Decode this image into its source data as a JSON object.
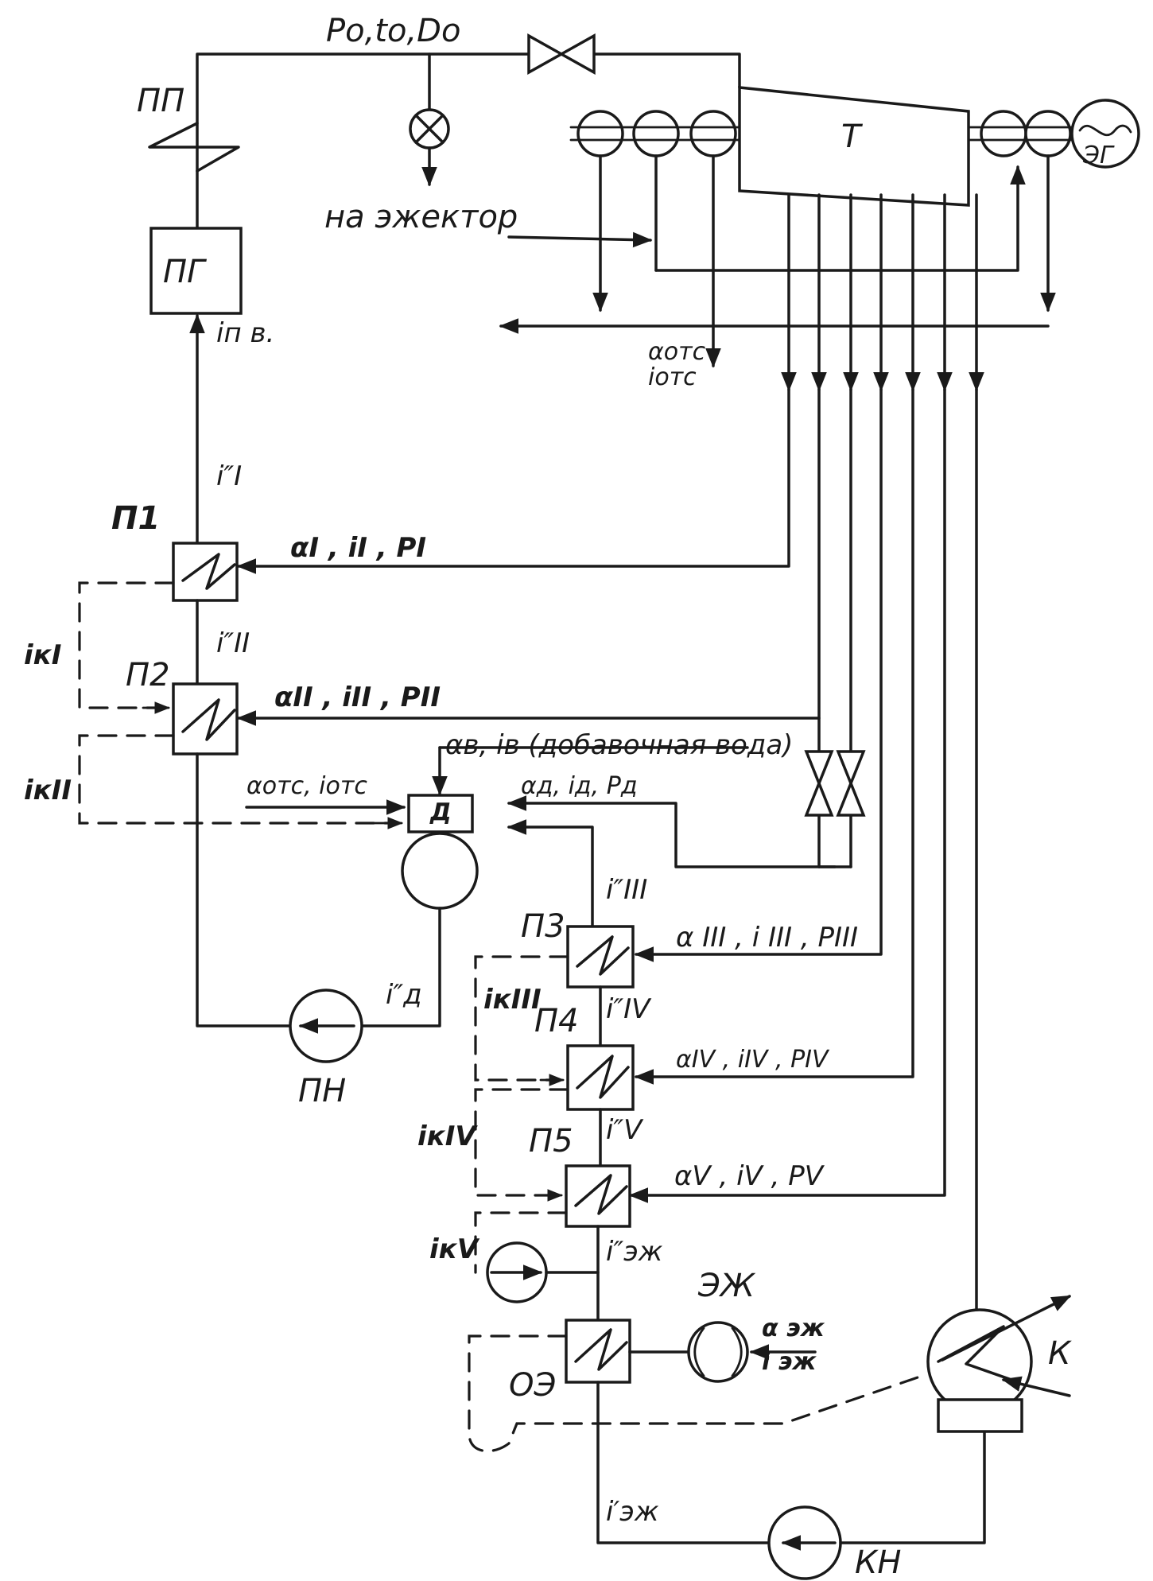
{
  "labels": {
    "pp": "ПП",
    "pg": "ПГ",
    "turbine": "Т",
    "generator": "ЭГ",
    "p1": "П1",
    "p2": "П2",
    "p3": "П3",
    "p4": "П4",
    "p5": "П5",
    "deaerator": "Д",
    "pn": "ПН",
    "ej": "ЭЖ",
    "oe": "ОЭ",
    "kn": "КН",
    "condenser": "К"
  },
  "annotations": {
    "steam_params": "Po,to,Do",
    "to_ejector": "на эжектор",
    "feed_enthalpy": "iп в.",
    "alpha_otc": "αотс",
    "i_otc": "iотс",
    "i1": "i″I",
    "i2": "i″II",
    "i3": "i″III",
    "i4": "i″IV",
    "i5": "i″V",
    "i_ej2": "i″эж",
    "i_ej1": "i′эж",
    "i_d": "i″д",
    "ik1": "iкI",
    "ik2": "iкII",
    "ik3": "iкIII",
    "ik4": "iкIV",
    "ik5": "iкV",
    "extr1": "αI , iI , PI",
    "extr2": "αII , iII , PII",
    "extr3": "α III , i III , PIII",
    "extr4": "αIV , iIV , PIV",
    "extr5": "αV , iV , PV",
    "makeup": "αв, iв (добавочная вода)",
    "otc_to_d": "αотс, iотс",
    "d_params": "αд, iд, Pд",
    "alpha_ej": "α эж",
    "i_ej": "i эж"
  },
  "colors": {
    "line": "#1a1a1a",
    "background": "#ffffff"
  }
}
